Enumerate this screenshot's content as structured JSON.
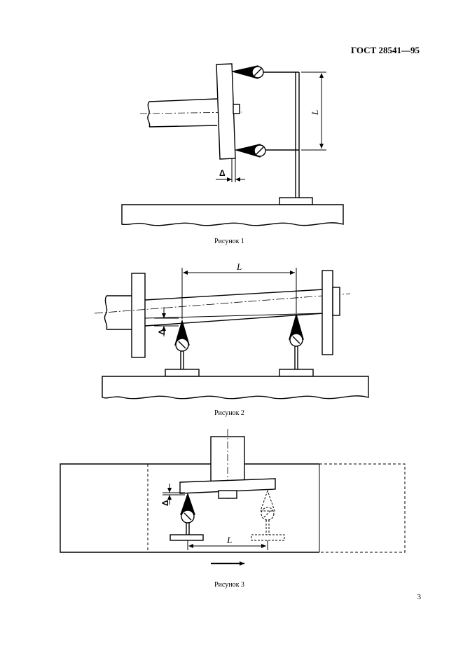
{
  "header": {
    "standard": "ГОСТ 28541—95"
  },
  "figures": [
    {
      "caption": "Рисунок 1",
      "labels": {
        "length": "L",
        "deviation": "Δ"
      }
    },
    {
      "caption": "Рисунок 2",
      "labels": {
        "length": "L",
        "deviation": "Δ"
      }
    },
    {
      "caption": "Рисунок 3",
      "labels": {
        "length": "L",
        "deviation": "Δ"
      }
    }
  ],
  "page": {
    "number": "3"
  }
}
